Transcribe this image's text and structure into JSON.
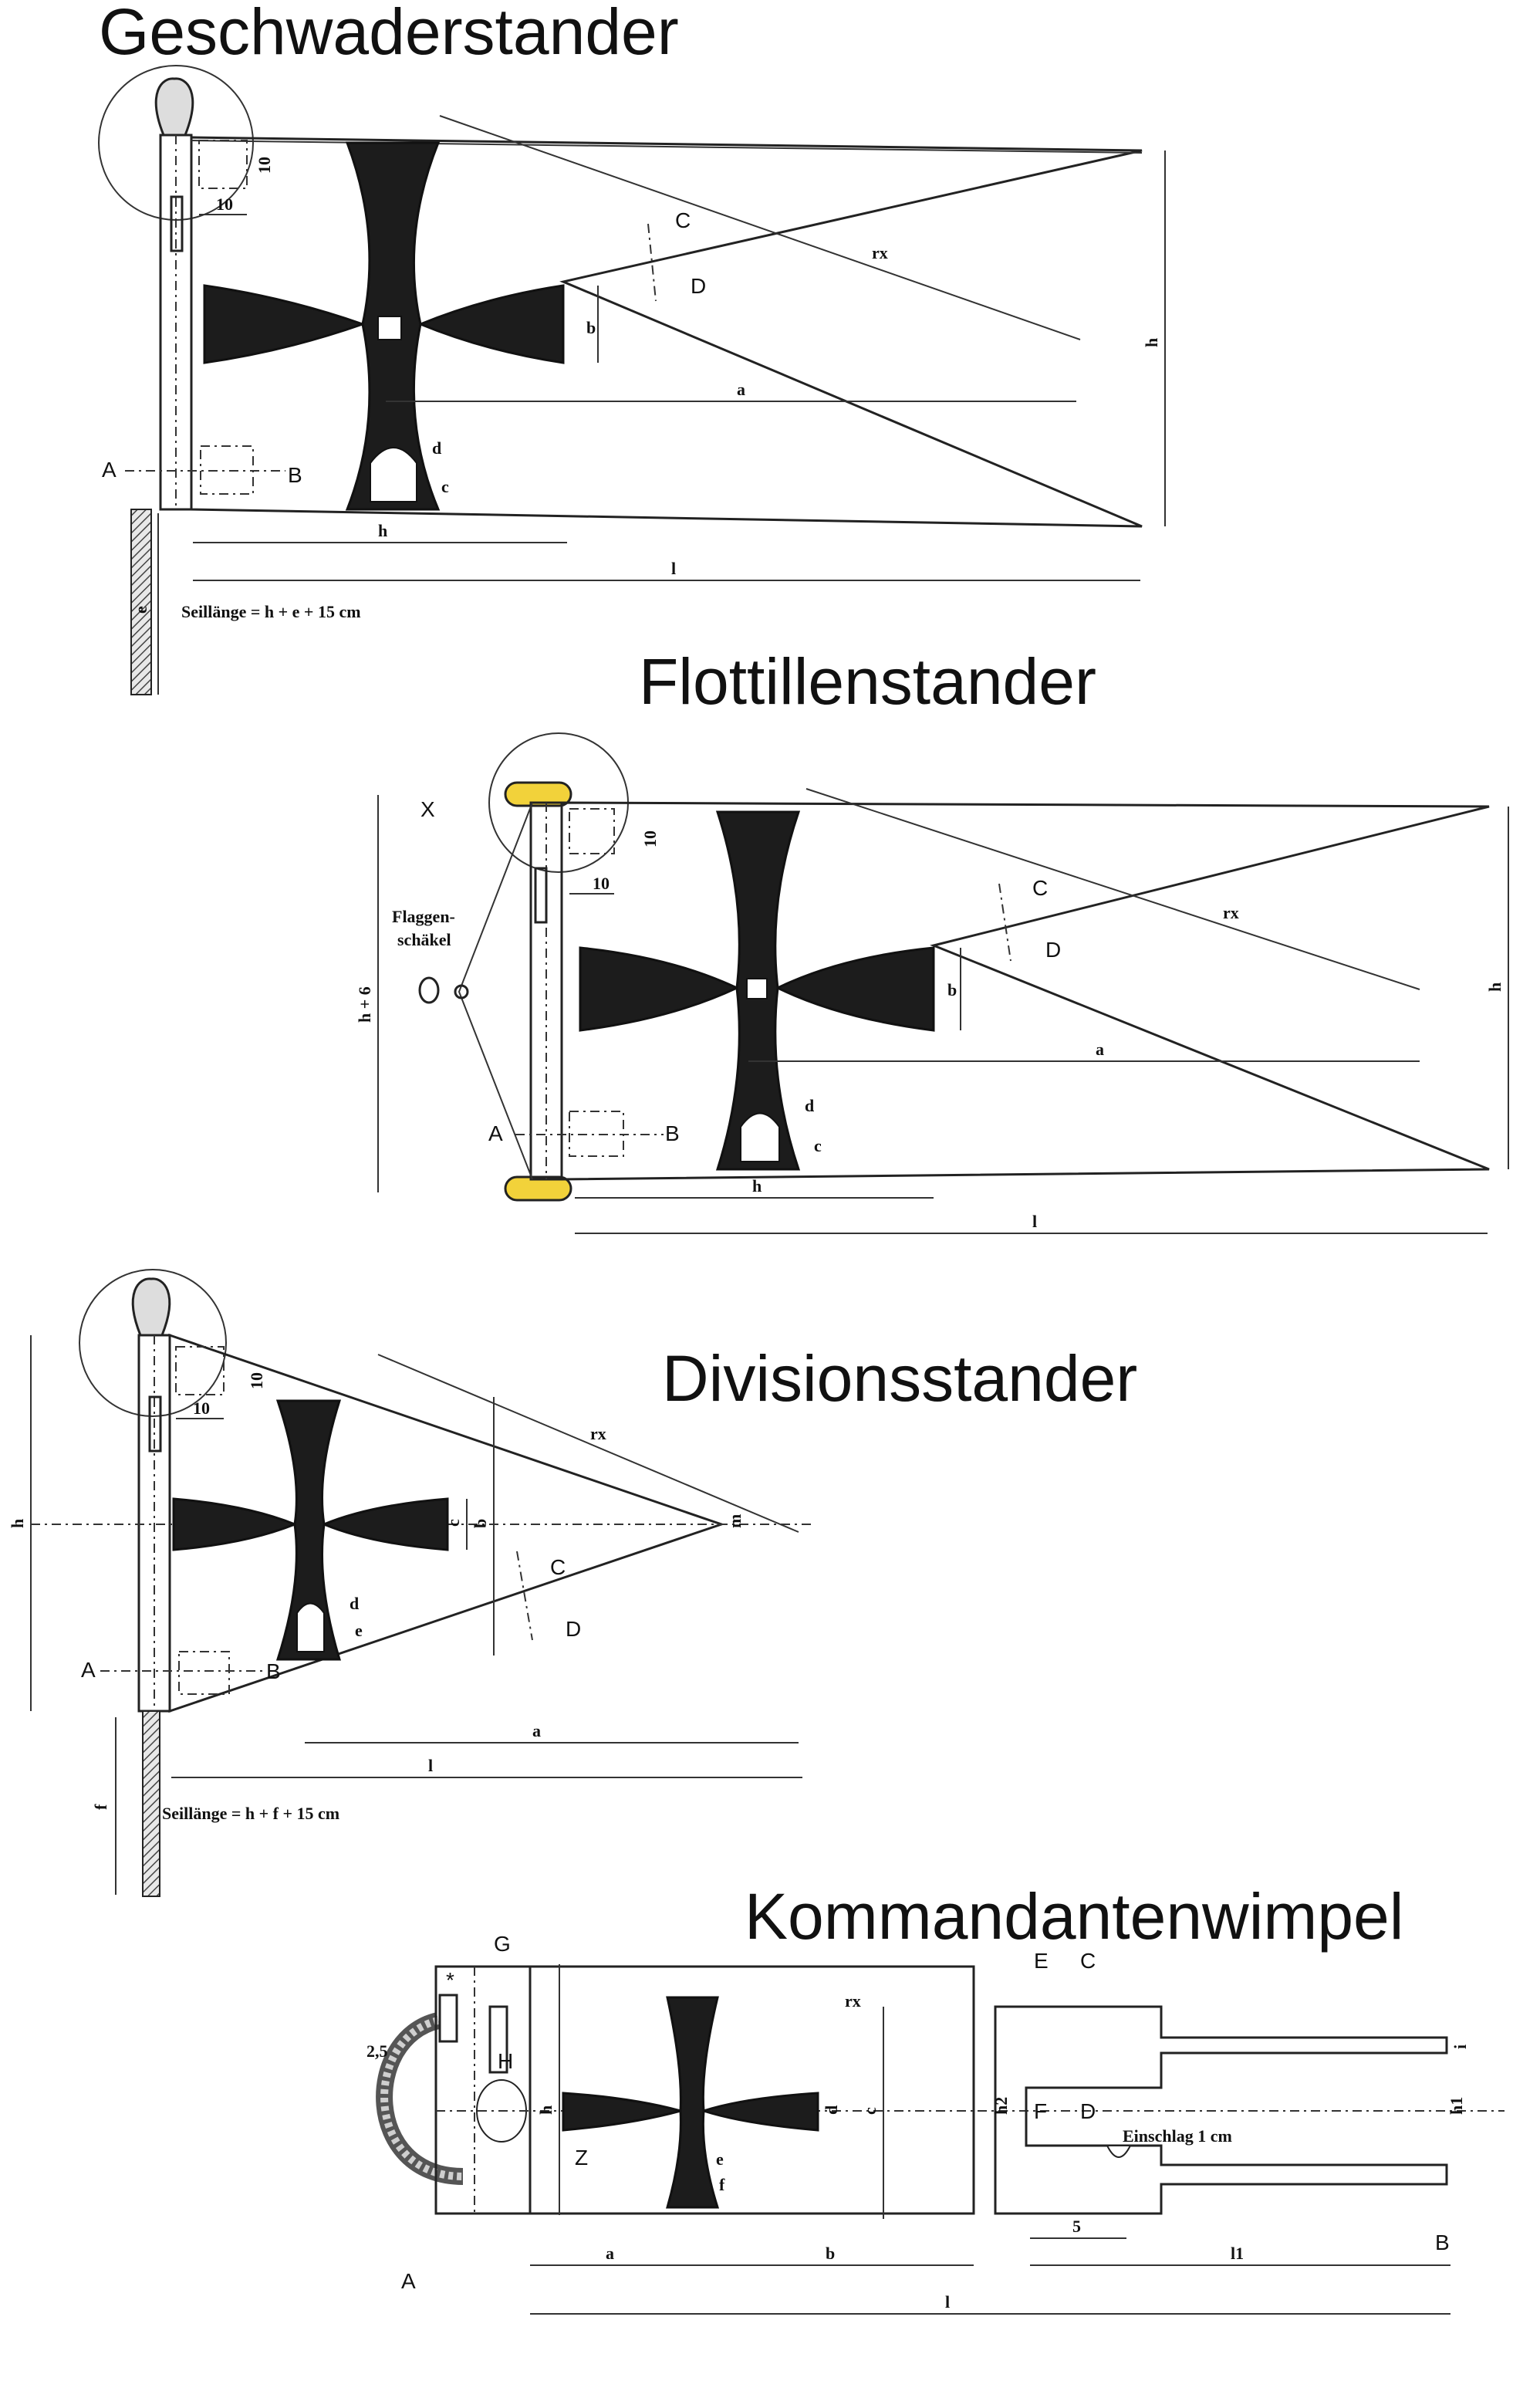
{
  "sections": {
    "geschwader": {
      "title": "Geschwaderstander",
      "rope_note": "Seillänge = h + e + 15 cm",
      "labels": {
        "ten_a": "10",
        "ten_b": "10",
        "rx": "rx",
        "a": "a",
        "b": "b",
        "c": "c",
        "d": "d",
        "h_side": "h",
        "h_bottom": "h",
        "l": "l",
        "e": "e",
        "C": "C",
        "D": "D",
        "A": "A",
        "B": "B"
      }
    },
    "flottillen": {
      "title": "Flottillenstander",
      "shackle_note": [
        "Flaggen-",
        "schäkel"
      ],
      "labels": {
        "X": "X",
        "ten_a": "10",
        "ten_b": "10",
        "rx": "rx",
        "a": "a",
        "b": "b",
        "c": "c",
        "d": "d",
        "h_left": "h + 6",
        "h_right": "h",
        "h_bottom": "h",
        "l": "l",
        "C": "C",
        "D": "D",
        "A": "A",
        "B": "B"
      }
    },
    "divisions": {
      "title": "Divisionsstander",
      "rope_note": "Seillänge = h + f + 15 cm",
      "labels": {
        "ten_a": "10",
        "ten_b": "10",
        "rx": "rx",
        "h": "h",
        "b": "b",
        "c": "c",
        "m": "m",
        "d": "d",
        "e": "e",
        "a": "a",
        "l": "l",
        "f": "f",
        "C": "C",
        "D": "D",
        "A": "A",
        "B": "B"
      }
    },
    "kommandanten": {
      "title": "Kommandantenwimpel",
      "fold_note": "Einschlag 1 cm",
      "labels": {
        "G": "G",
        "H": "H",
        "E": "E",
        "C": "C",
        "F": "F",
        "D": "D",
        "Z": "Z",
        "A": "A",
        "B": "B",
        "star": "*",
        "two_five": "2,5",
        "rx": "rx",
        "c": "c",
        "d": "d",
        "e": "e",
        "f": "f",
        "h": "h",
        "h2": "h2",
        "h1": "h1",
        "i": "i",
        "five": "5",
        "a": "a",
        "b": "b",
        "l1": "l1",
        "l": "l"
      }
    }
  }
}
